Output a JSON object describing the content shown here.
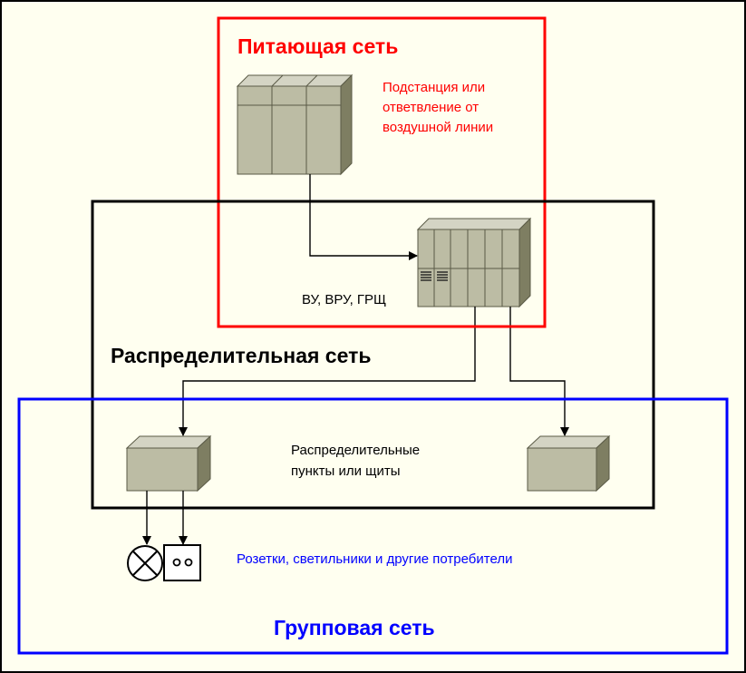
{
  "colors": {
    "background": "#fffff0",
    "frame": "#000000",
    "supply": "#ff0000",
    "group": "#0000ff",
    "distribution": "#000000",
    "box_front": "#bcbca4",
    "box_top": "#d4d4c4",
    "box_side": "#7e7e62",
    "box_stroke": "#5a5a46"
  },
  "labels": {
    "supply_title": "Питающая сеть",
    "substation_line1": "Подстанция или",
    "substation_line2": "ответвление от",
    "substation_line3": "воздушной линии",
    "vu_label": "ВУ, ВРУ, ГРЩ",
    "distribution_title": "Распределительная сеть",
    "points_line1": "Распределительные",
    "points_line2": "пункты или щиты",
    "consumers": "Розетки, светильники и другие потребители",
    "group_title": "Групповая сеть"
  },
  "icons": [
    "substation-cabinet-icon",
    "switchboard-icon",
    "distribution-box-icon",
    "lamp-icon",
    "socket-icon",
    "arrow-icon"
  ]
}
